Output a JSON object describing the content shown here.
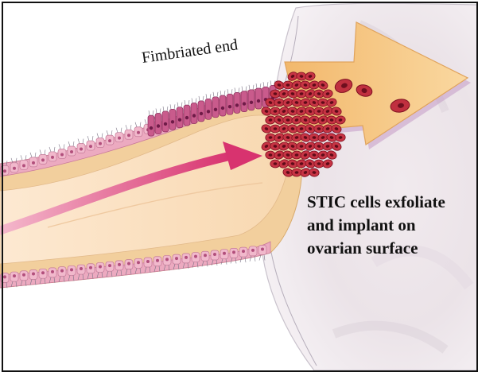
{
  "diagram": {
    "labels": {
      "fimbriated_end": "Fimbriated end"
    },
    "caption_lines": [
      "STIC cells exfoliate",
      "and implant on",
      "ovarian surface"
    ],
    "colors": {
      "ovary_tone": "#ece6ea",
      "tube_wall": "#f3cf9c",
      "tube_lumen": "#fbe6cc",
      "epithelium_pink": "#e79ab2",
      "epithelium_magenta": "#b8437a",
      "flow_arrow": "#e05a8e",
      "large_arrow_fill": "#f6c67b",
      "stic_cell": "#c0303f",
      "cilia": "#7a7385"
    },
    "elements": [
      "ovary",
      "fallopian-tube",
      "tubal-epithelium",
      "fimbriae",
      "flow-arrow",
      "stic-cell-cluster",
      "exfoliated-cells",
      "large-arrow"
    ]
  }
}
